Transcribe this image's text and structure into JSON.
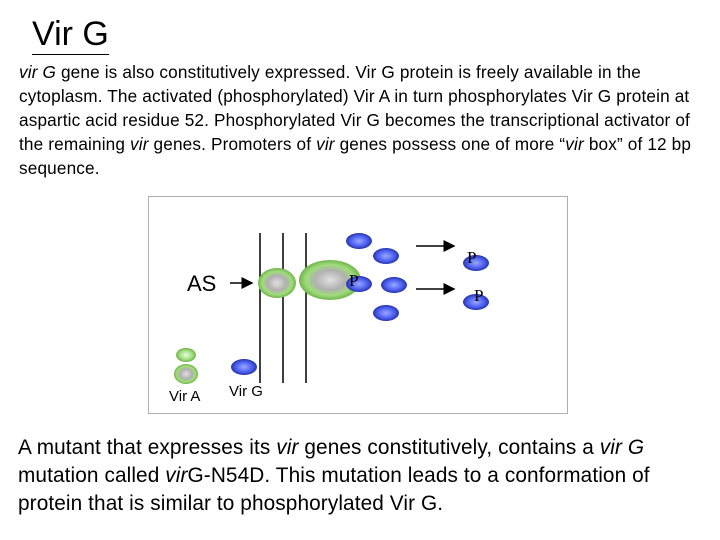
{
  "title": "Vir G",
  "intro": {
    "s1_it": "vir G",
    "s1": " gene is also constitutively expressed.  Vir G protein is freely available in the cytoplasm.  The activated (phosphorylated) Vir A in turn phosphorylates Vir G protein at aspartic acid residue 52.  Phosphorylated Vir G becomes the transcriptional activator of the remaining ",
    "s2_it": "vir",
    "s2": " genes.  Promoters of ",
    "s3_it": "vir",
    "s3": " genes possess one of more “",
    "s4_it": "vir",
    "s4": " box” of 12 bp sequence."
  },
  "diagram": {
    "as_label": "AS",
    "p_label": "P",
    "vira_label": "Vir A",
    "virg_label": "Vir G"
  },
  "outro": {
    "t1": "A mutant that expresses its ",
    "t1_it": "vir",
    "t2": " genes constitutively, contains a ",
    "t2_it": "vir G",
    "t3": " mutation called ",
    "t3_it": "vir",
    "t4": "G-N54D.  This mutation leads to a conformation of protein that is similar to phosphorylated Vir G."
  }
}
